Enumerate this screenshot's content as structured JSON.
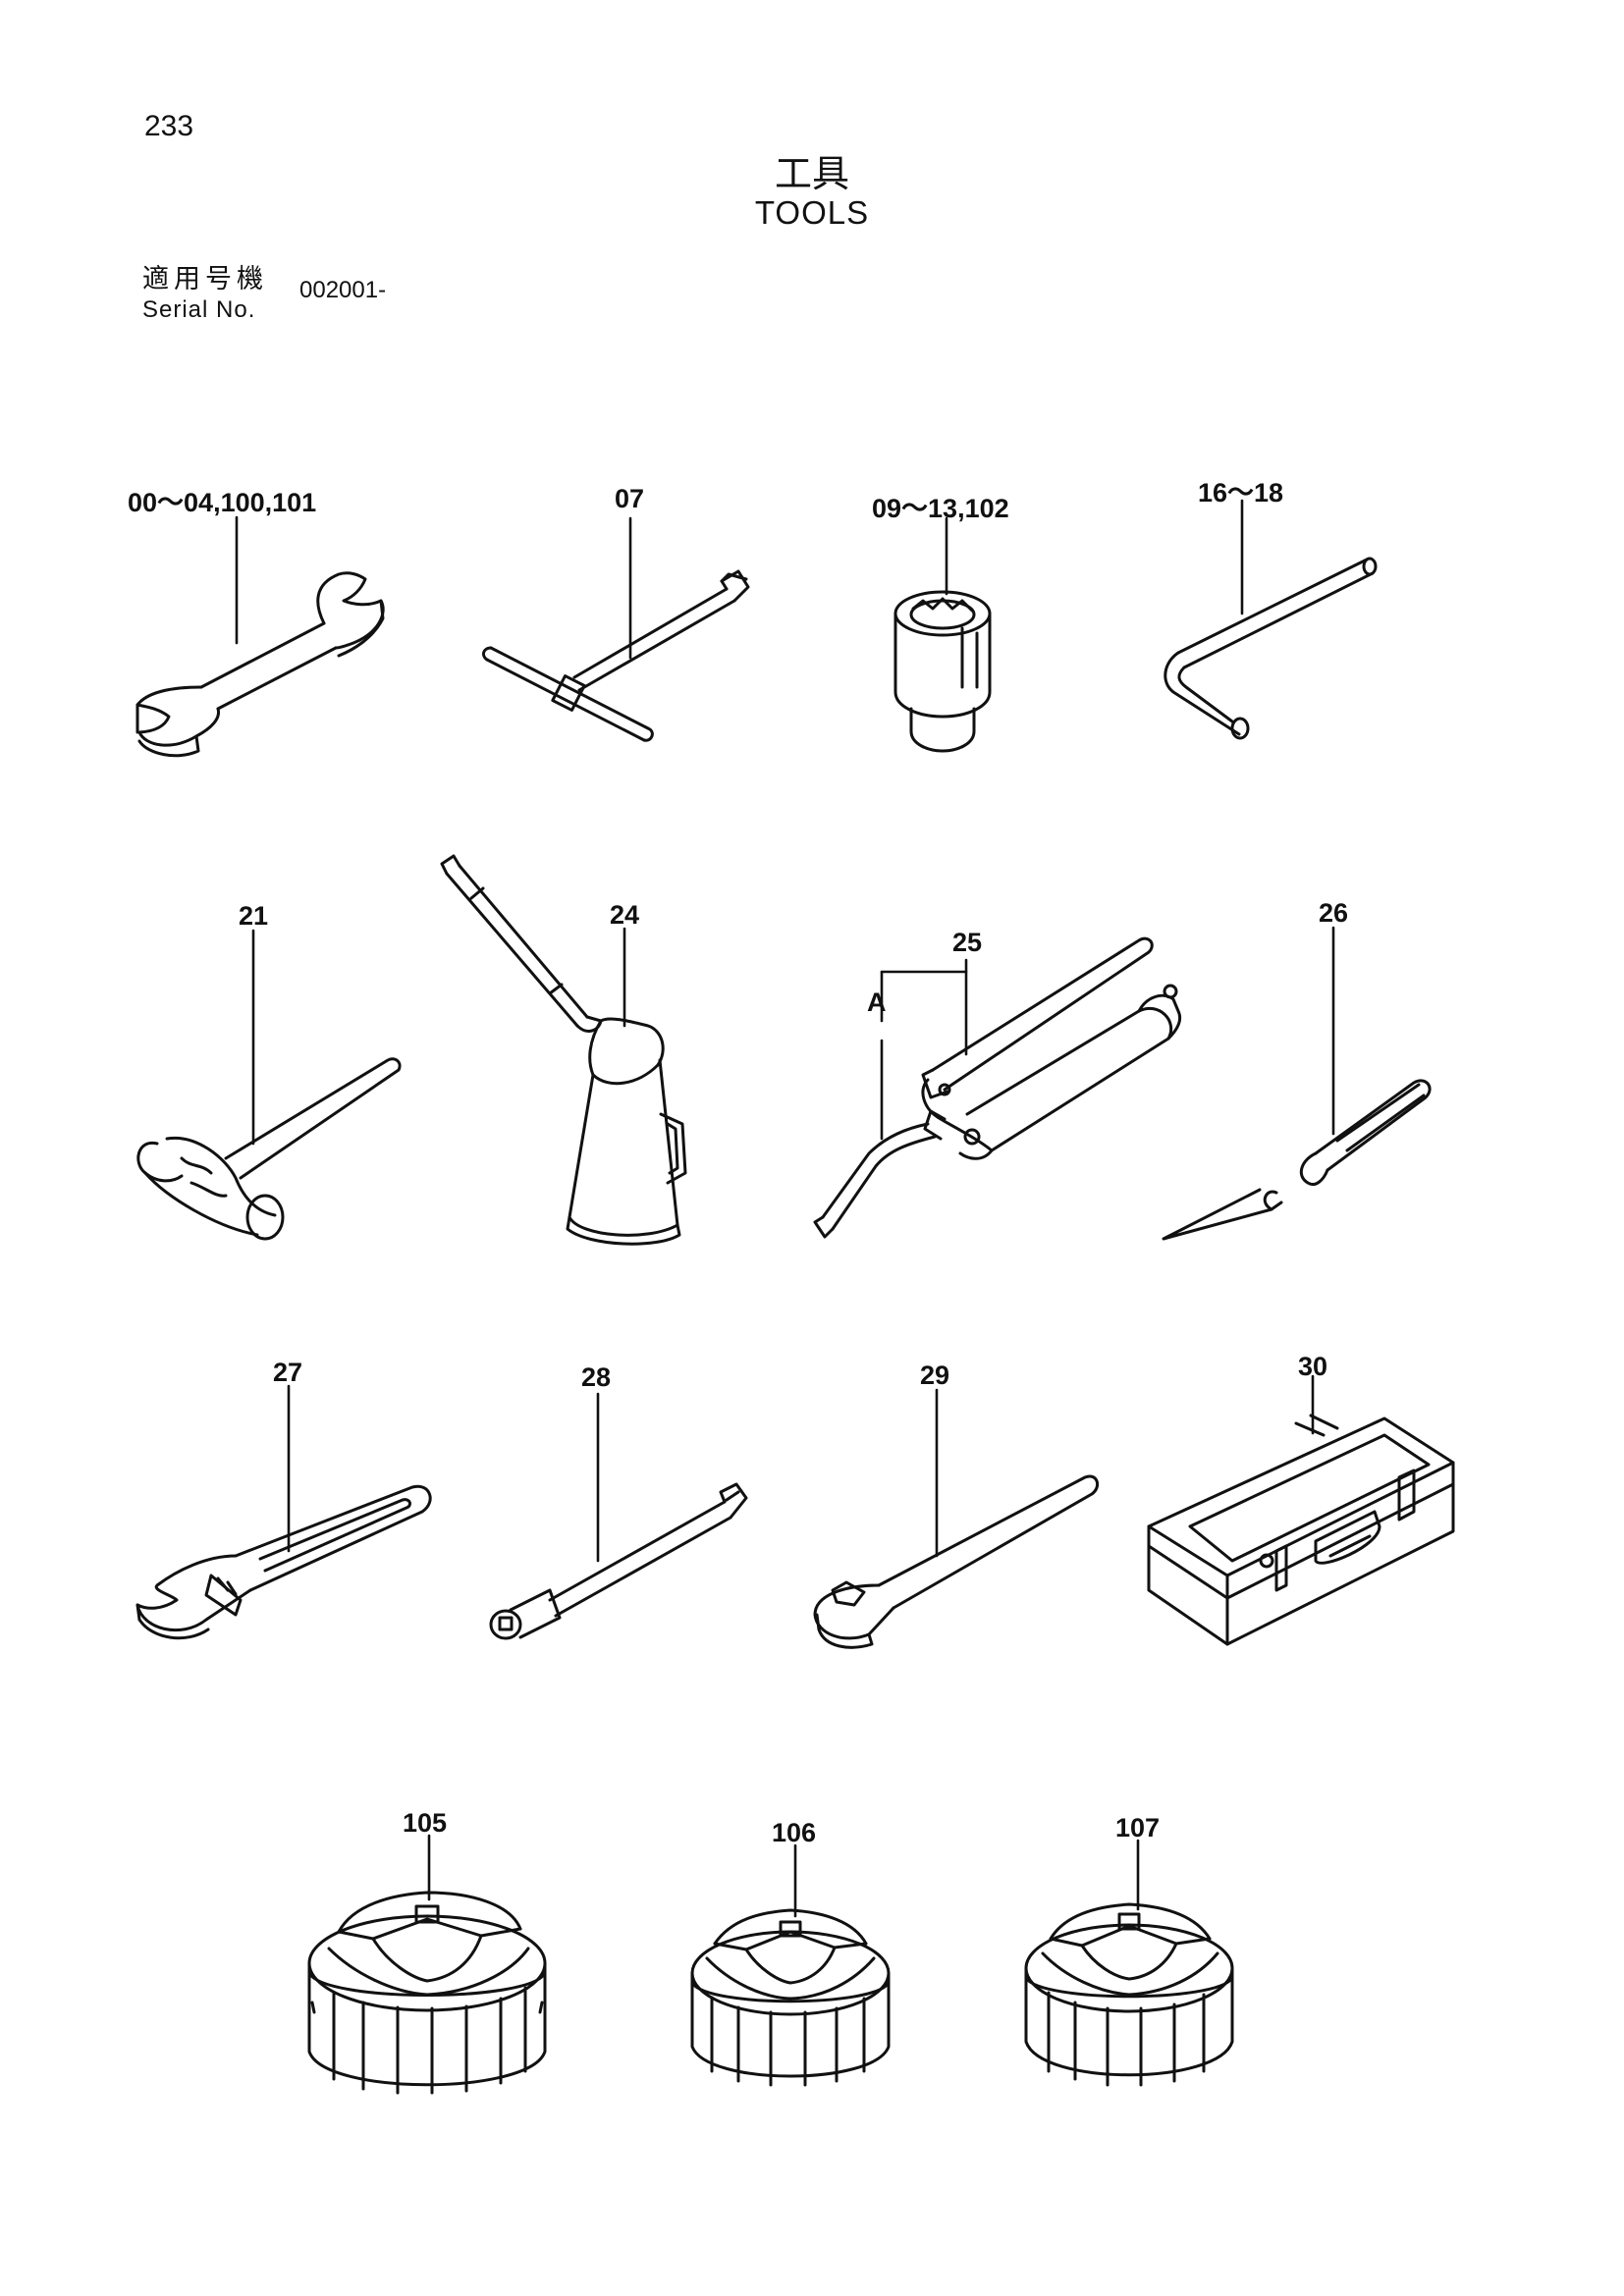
{
  "header": {
    "page_number": "233",
    "title_jp": "工具",
    "title_en": "TOOLS",
    "serial_label_jp": "適用号機",
    "serial_label_en": "Serial No.",
    "serial_value": "002001-"
  },
  "callouts": {
    "wrench": "00～04,100,101",
    "t_handle": "07",
    "socket": "09～13,102",
    "hex_key": "16～18",
    "hammer": "21",
    "oiler": "24",
    "grease_gun": "25",
    "grease_gun_part_a": "A",
    "screwdriver": "26",
    "adjustable_wrench": "27",
    "extension_bar": "28",
    "ratchet": "29",
    "tool_box": "30",
    "filter_wrench_1": "105",
    "filter_wrench_2": "106",
    "filter_wrench_3": "107"
  }
}
